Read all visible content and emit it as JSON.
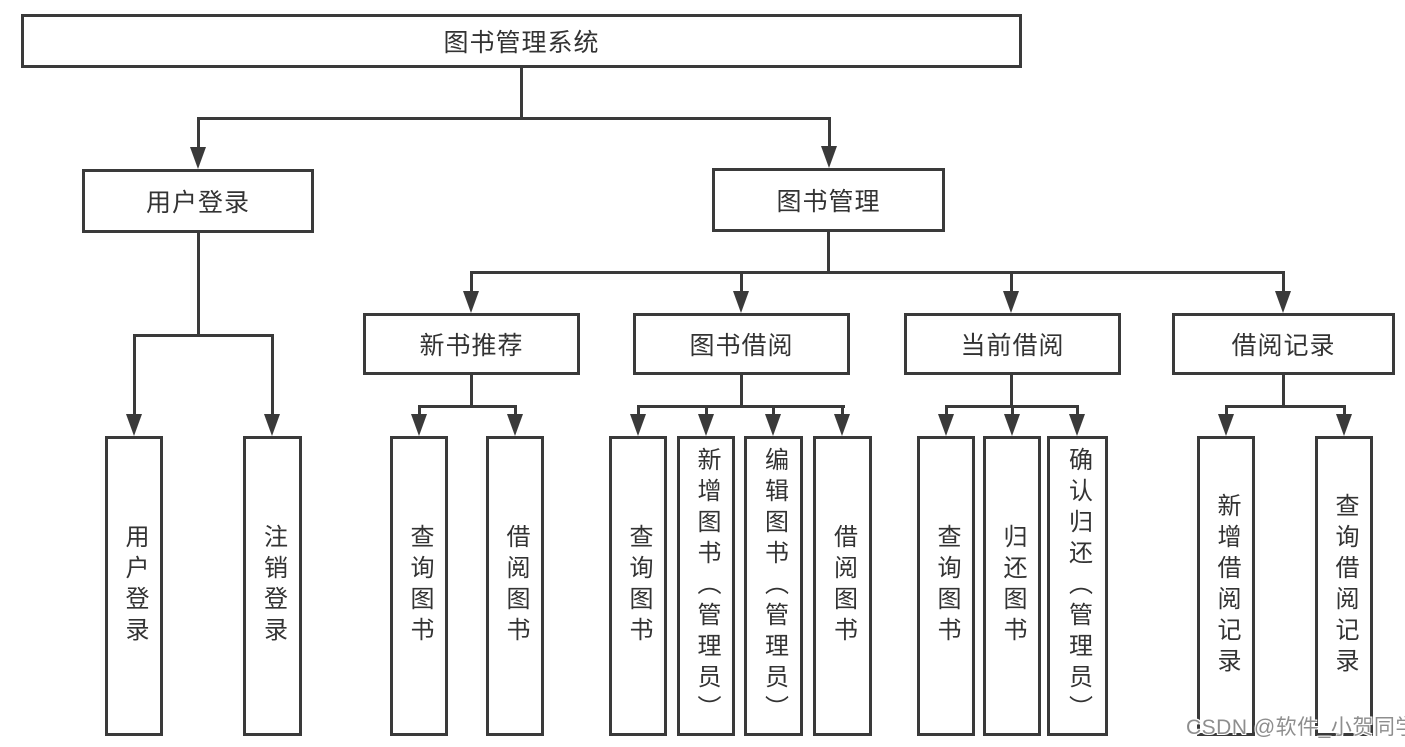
{
  "tree": {
    "root": {
      "label": "图书管理系统"
    },
    "level2": [
      {
        "label": "用户登录"
      },
      {
        "label": "图书管理"
      }
    ],
    "level3": [
      {
        "label": "新书推荐"
      },
      {
        "label": "图书借阅"
      },
      {
        "label": "当前借阅"
      },
      {
        "label": "借阅记录"
      }
    ],
    "leaves": [
      {
        "label": "用户登录"
      },
      {
        "label": "注销登录"
      },
      {
        "label": "查询图书"
      },
      {
        "label": "借阅图书"
      },
      {
        "label": "查询图书"
      },
      {
        "label": "新增图书（管理员）"
      },
      {
        "label": "编辑图书（管理员）"
      },
      {
        "label": "借阅图书"
      },
      {
        "label": "查询图书"
      },
      {
        "label": "归还图书"
      },
      {
        "label": "确认归还（管理员）"
      },
      {
        "label": "新增借阅记录"
      },
      {
        "label": "查询借阅记录"
      }
    ]
  },
  "watermark": {
    "text": "CSDN @软件_小贺同学"
  },
  "colors": {
    "line": "#3a3a3a",
    "text": "#333333",
    "background": "#ffffff",
    "watermark": "#8e8e8e"
  }
}
